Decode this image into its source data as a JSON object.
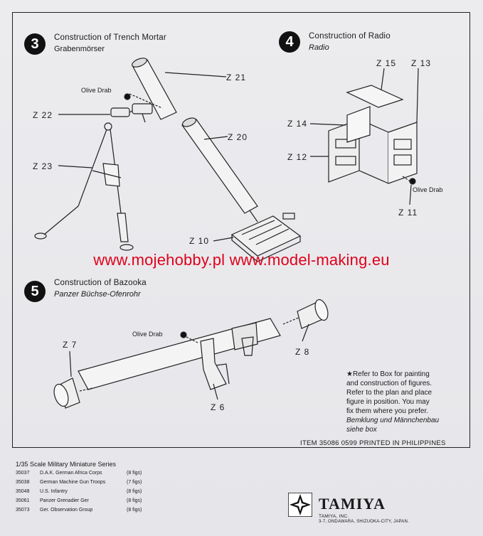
{
  "section3": {
    "number": "3",
    "title": "Construction of Trench Mortar",
    "subtitle": "Grabenmörser"
  },
  "section4": {
    "number": "4",
    "title": "Construction of Radio",
    "subtitle": "Radio"
  },
  "section5": {
    "number": "5",
    "title": "Construction of Bazooka",
    "subtitle": "Panzer Büchse-Ofenrohr"
  },
  "parts": {
    "z21": "Z 21",
    "z20": "Z 20",
    "z22": "Z 22",
    "z23": "Z 23",
    "z10": "Z 10",
    "z15": "Z 15",
    "z13": "Z 13",
    "z14": "Z 14",
    "z12": "Z 12",
    "z11": "Z 11",
    "z7": "Z 7",
    "z8": "Z 8",
    "z6": "Z 6"
  },
  "paint": {
    "mortar": "Olive Drab",
    "radio": "Olive Drab",
    "bazooka": "Olive Drab"
  },
  "watermark": "www.mojehobby.pl www.model-making.eu",
  "note": {
    "lines": [
      "★Refer to Box for painting",
      "and construction of figures.",
      "Refer to the plan and place",
      "figure in position.  You may",
      "fix them where you prefer."
    ],
    "german": [
      "Bemklung und Männchenbau",
      "siehe box"
    ]
  },
  "item_line": "ITEM  35086   0599  PRINTED IN PHILIPPINES",
  "series": {
    "title": "1/35 Scale Military Miniature Series",
    "rows": [
      {
        "code": "35037",
        "name": "D.A.K. German Africa Corps",
        "figs": "(8 figs)"
      },
      {
        "code": "35038",
        "name": "German Machine Gun Troops",
        "figs": "(7 figs)"
      },
      {
        "code": "35048",
        "name": "U.S. Infantry",
        "figs": "(8 figs)"
      },
      {
        "code": "35061",
        "name": "Panzer Grenadier Ger",
        "figs": "(8 figs)"
      },
      {
        "code": "35073",
        "name": "Ger. Observation Group",
        "figs": "(8 figs)"
      }
    ]
  },
  "brand": {
    "name": "TAMIYA",
    "company": "TAMIYA, INC.",
    "address": "3-7, ONDAWARA, SHIZUOKA-CITY, JAPAN."
  },
  "colors": {
    "watermark": "#e0001a",
    "ink": "#1a1a1a",
    "paper": "#e9e9ec"
  }
}
